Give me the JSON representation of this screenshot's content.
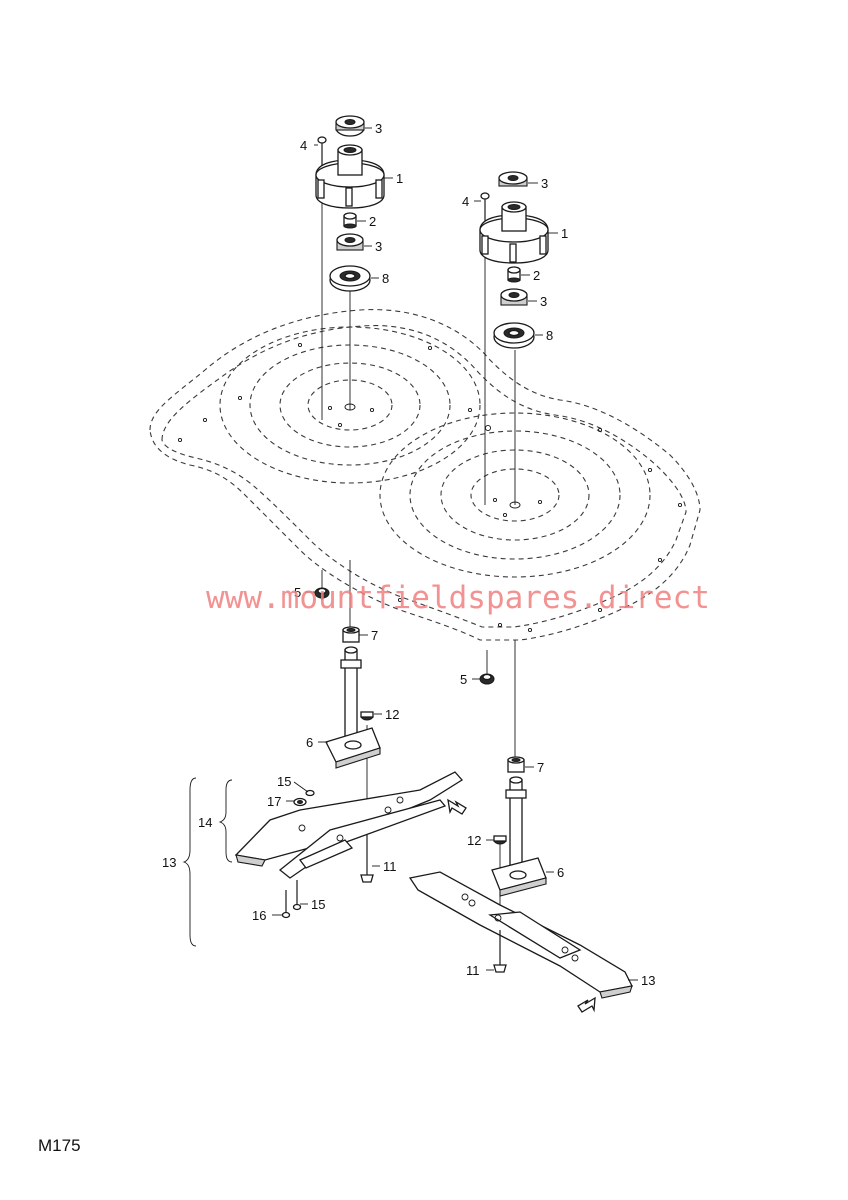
{
  "watermark": "www.mountfieldspares.direct",
  "diagram_ref": "M175",
  "callouts": {
    "left_spindle_housing": "1",
    "left_spacer": "2",
    "left_upper_bearing": "3",
    "left_lower_bearing": "3",
    "left_bolt": "4",
    "left_pulley": "8",
    "left_nut": "5",
    "left_collar": "7",
    "left_nut_small": "12",
    "left_shaft_bracket": "6",
    "left_blade_bolt": "11",
    "left_blade_assembly": "13",
    "left_blade_sub_assembly": "14",
    "left_screw_top": "15",
    "left_washer": "17",
    "left_screw_bottom": "15",
    "left_rivet": "16",
    "right_spindle_housing": "1",
    "right_spacer": "2",
    "right_upper_bearing": "3",
    "right_lower_bearing": "3",
    "right_bolt": "4",
    "right_pulley": "8",
    "right_nut": "5",
    "right_collar": "7",
    "right_nut_small": "12",
    "right_shaft_bracket": "6",
    "right_blade_bolt": "11",
    "right_blade": "13"
  }
}
